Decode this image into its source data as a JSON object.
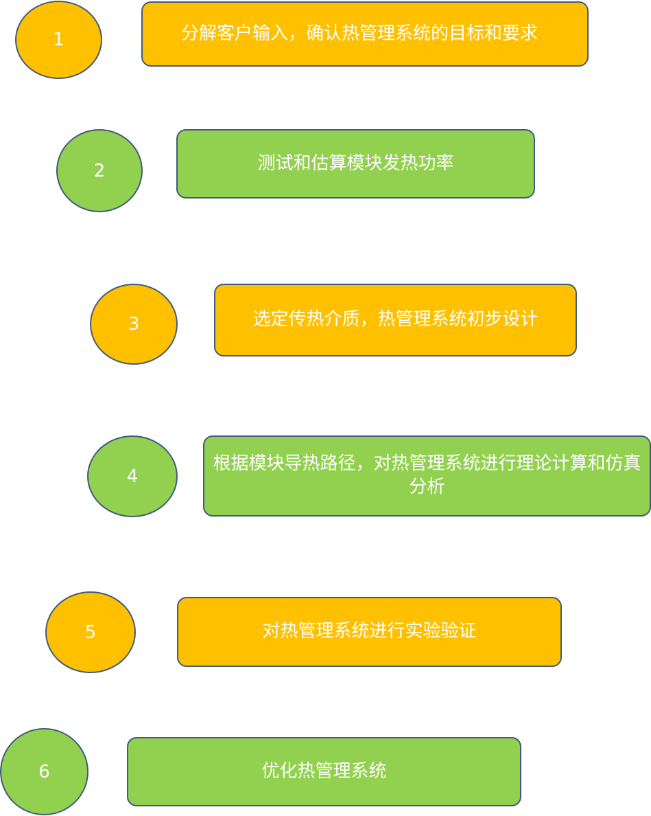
{
  "colors": {
    "orange": "#ffc000",
    "green": "#92d050",
    "border": "#3f5b7d",
    "text": "#ffffff"
  },
  "steps": [
    {
      "number": "1",
      "text": "分解客户输入，确认热管理系统的目标和要求",
      "color": "orange"
    },
    {
      "number": "2",
      "text": "测试和估算模块发热功率",
      "color": "green"
    },
    {
      "number": "3",
      "text": "选定传热介质，热管理系统初步设计",
      "color": "orange"
    },
    {
      "number": "4",
      "text": "根据模块导热路径，对热管理系统进行理论计算和仿真分析",
      "color": "green"
    },
    {
      "number": "5",
      "text": "对热管理系统进行实验验证",
      "color": "orange"
    },
    {
      "number": "6",
      "text": "优化热管理系统",
      "color": "green"
    }
  ]
}
